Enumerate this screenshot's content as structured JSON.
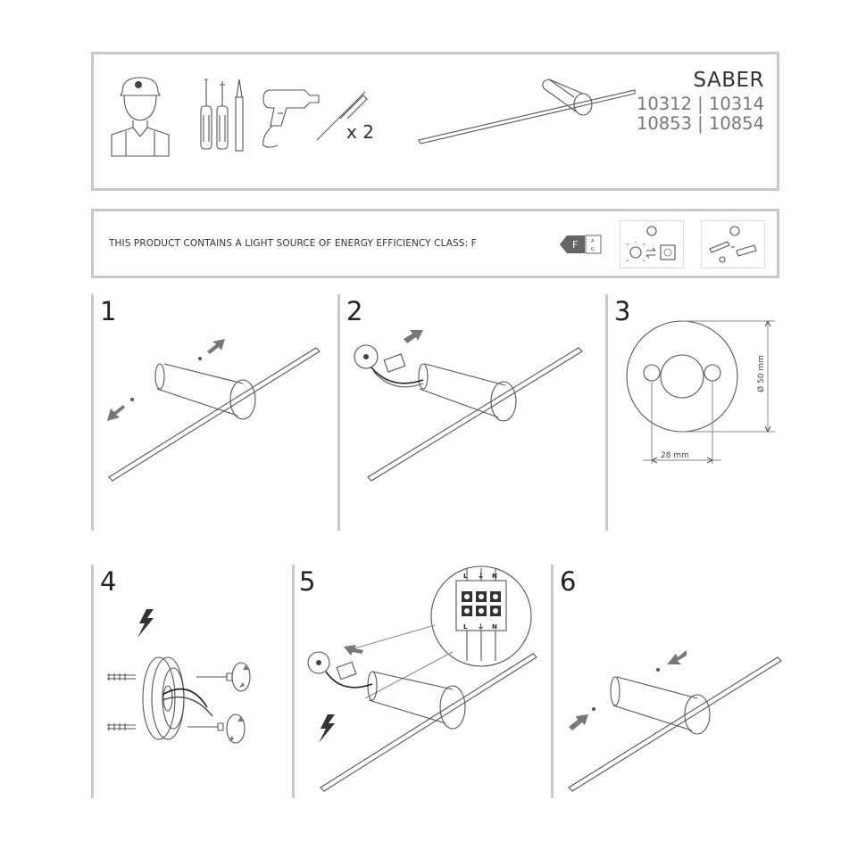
{
  "product": {
    "name": "SABER",
    "codes_line1": "10312 | 10314",
    "codes_line2": "10853 | 10854"
  },
  "tools": {
    "dowel_quantity": "x 2"
  },
  "energy": {
    "statement": "THIS PRODUCT CONTAINS A LIGHT SOURCE OF ENERGY EFFICIENCY CLASS: F",
    "class_letter": "F",
    "scale_top": "A",
    "scale_bottom": "G"
  },
  "steps": [
    {
      "number": "1"
    },
    {
      "number": "2"
    },
    {
      "number": "3"
    },
    {
      "number": "4"
    },
    {
      "number": "5"
    },
    {
      "number": "6"
    }
  ],
  "dimensions": {
    "diameter": "Ø 50 mm",
    "hole_spacing": "28 mm"
  },
  "wiring": {
    "top_labels": [
      "L",
      "⏚",
      "N"
    ],
    "bottom_labels": [
      "L",
      "⏚",
      "N"
    ]
  }
}
